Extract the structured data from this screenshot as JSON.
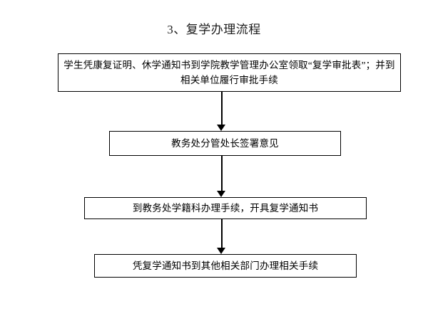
{
  "document": {
    "title": "3、复学办理流程"
  },
  "flowchart": {
    "type": "flowchart",
    "orientation": "top-to-bottom",
    "colors": {
      "background": "#ffffff",
      "box_border": "#000000",
      "box_fill": "#ffffff",
      "text": "#000000",
      "arrow": "#000000"
    },
    "nodes": [
      {
        "id": "node-1",
        "step": 1,
        "shape": "rectangle",
        "text": "学生凭康复证明、休学通知书到学院教学管理办公室领取“复学审批表”；并到相关单位履行审批手续"
      },
      {
        "id": "node-2",
        "step": 2,
        "shape": "rectangle",
        "text": "教务处分管处长签署意见"
      },
      {
        "id": "node-3",
        "step": 3,
        "shape": "rectangle",
        "text": "到教务处学籍科办理手续，开具复学通知书"
      },
      {
        "id": "node-4",
        "step": 4,
        "shape": "rectangle",
        "text": "凭复学通知书到其他相关部门办理相关手续"
      }
    ],
    "connectors": [
      {
        "id": "conn-1",
        "from": "node-1",
        "to": "node-2",
        "style": "solid-arrow-down"
      },
      {
        "id": "conn-2",
        "from": "node-2",
        "to": "node-3",
        "style": "solid-arrow-down"
      },
      {
        "id": "conn-3",
        "from": "node-3",
        "to": "node-4",
        "style": "solid-arrow-down"
      }
    ]
  }
}
